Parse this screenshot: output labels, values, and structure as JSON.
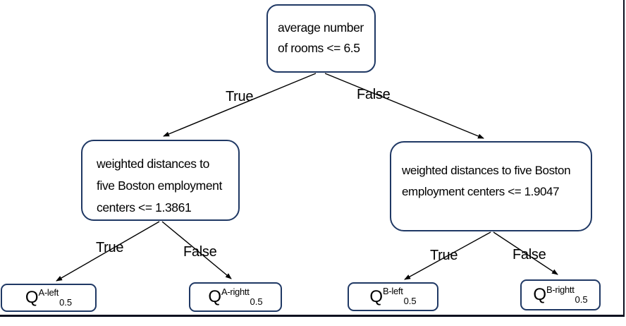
{
  "nodes": {
    "root": {
      "lines": [
        "average number",
        "of rooms <= 6.5"
      ]
    },
    "left": {
      "lines": [
        "weighted distances to",
        "five Boston employment",
        "centers <= 1.3861"
      ]
    },
    "right": {
      "lines": [
        "weighted distances to five Boston",
        "employment centers <= 1.9047"
      ]
    },
    "leaf_a_left": {
      "base": "Q",
      "sup": "A-left",
      "sub": "0.5"
    },
    "leaf_a_right": {
      "base": "Q",
      "sup": "A-rightt",
      "sub": "0.5"
    },
    "leaf_b_left": {
      "base": "Q",
      "sup": "B-left",
      "sub": "0.5"
    },
    "leaf_b_right": {
      "base": "Q",
      "sup": "B-rightt",
      "sub": "0.5"
    }
  },
  "edge_labels": {
    "root_true": "True",
    "root_false": "False",
    "left_true": "True",
    "left_false": "False",
    "right_true": "True",
    "right_false": "False"
  },
  "colors": {
    "node_border": "#1f3864",
    "connector": "#000000",
    "text": "#000000",
    "background": "#ffffff",
    "frame": "#0b101f"
  }
}
